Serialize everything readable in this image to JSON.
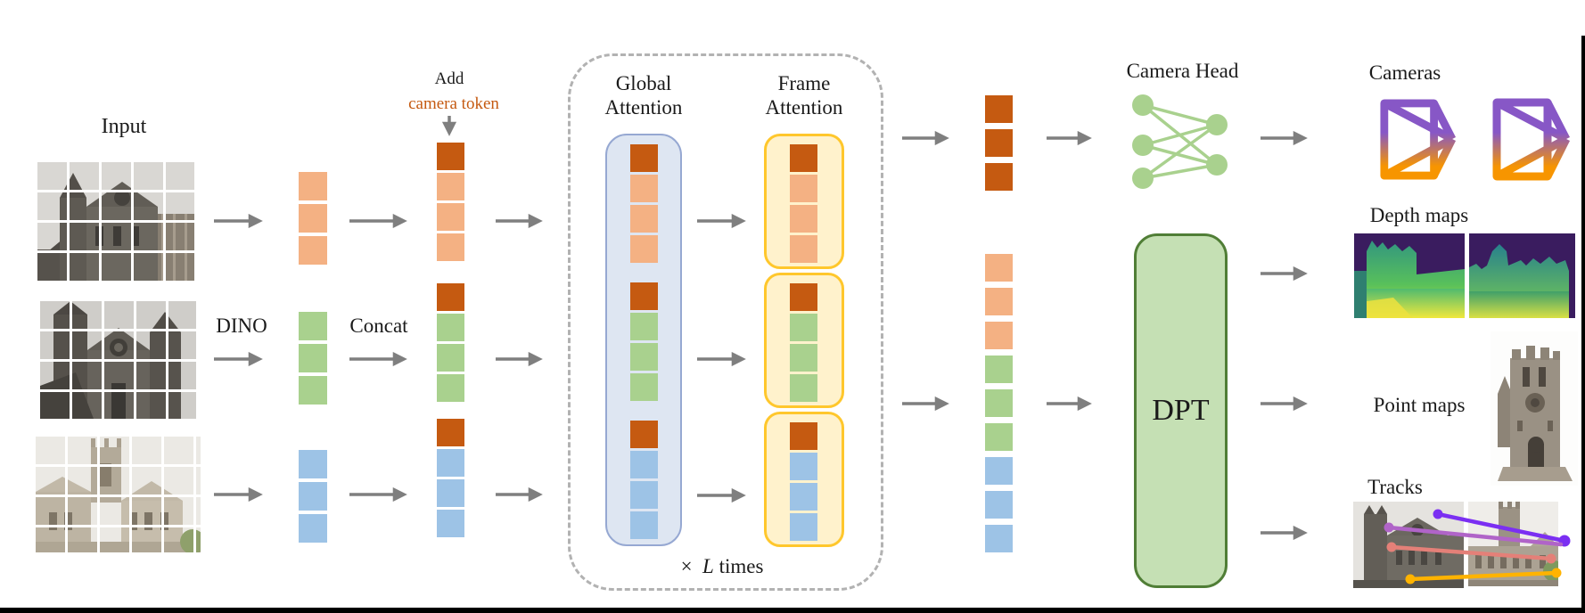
{
  "figure": {
    "labels": {
      "input": "Input",
      "dino": "DINO",
      "concat": "Concat",
      "add_line1": "Add",
      "add_line2": "camera token",
      "global_attn_line1": "Global",
      "global_attn_line2": "Attention",
      "frame_attn_line1": "Frame",
      "frame_attn_line2": "Attention",
      "loop_mult": "×",
      "loop_var": "L",
      "loop_suffix": "times",
      "camera_head": "Camera Head",
      "dpt": "DPT",
      "cameras": "Cameras",
      "depth_maps": "Depth maps",
      "point_maps": "Point maps",
      "tracks": "Tracks"
    },
    "colors": {
      "token_patch_frame1": "#F4B183",
      "token_patch_frame2": "#A9D18E",
      "token_patch_frame3": "#9DC3E6",
      "token_camera": "#C55A11",
      "camera_token_text": "#C55A11",
      "global_attn_fill": "#DEE6F2",
      "global_attn_border": "#96A8D2",
      "frame_attn_fill": "#FFF2CC",
      "frame_attn_border": "#FFC72C",
      "dpt_fill": "#C5E0B4",
      "dpt_border": "#507E36",
      "camera_head_green": "#A9D18E",
      "arrow": "#7F7F7F",
      "dashed_border": "#B2B2B2",
      "camera_icon_purple": "#8757C6",
      "camera_icon_orange": "#F79500",
      "track_line_colors": [
        "#7B2FF2",
        "#B064C8",
        "#E48078",
        "#FFB300"
      ]
    },
    "stacks": {
      "dino_frame1": [
        "patch1",
        "patch1",
        "patch1"
      ],
      "dino_frame2": [
        "patch2",
        "patch2",
        "patch2"
      ],
      "dino_frame3": [
        "patch3",
        "patch3",
        "patch3"
      ],
      "concat_frame1": [
        "camera",
        "patch1",
        "patch1",
        "patch1"
      ],
      "concat_frame2": [
        "camera",
        "patch2",
        "patch2",
        "patch2"
      ],
      "concat_frame3": [
        "camera",
        "patch3",
        "patch3",
        "patch3"
      ],
      "global_attention": [
        "camera",
        "patch1",
        "patch1",
        "patch1",
        "gap",
        "camera",
        "patch2",
        "patch2",
        "patch2",
        "gap",
        "camera",
        "patch3",
        "patch3",
        "patch3"
      ],
      "frame_attention_1": [
        "camera",
        "patch1",
        "patch1",
        "patch1"
      ],
      "frame_attention_2": [
        "camera",
        "patch2",
        "patch2",
        "patch2"
      ],
      "frame_attention_3": [
        "camera",
        "patch3",
        "patch3",
        "patch3"
      ],
      "camera_tokens_out": [
        "camera",
        "camera",
        "camera"
      ],
      "patch_tokens_out": [
        "patch1",
        "patch1",
        "patch1",
        "patch2",
        "patch2",
        "patch2",
        "patch3",
        "patch3",
        "patch3"
      ]
    }
  }
}
